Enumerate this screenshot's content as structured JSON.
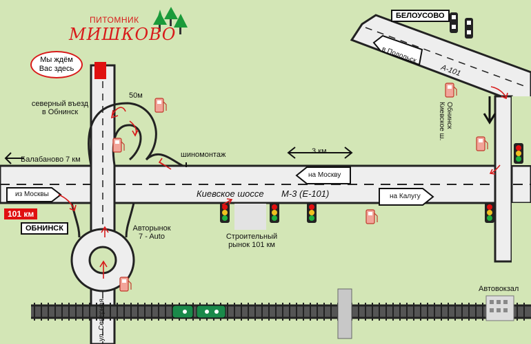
{
  "nursery": {
    "line1": "ПИТОМНИК",
    "line2": "МИШКОВО"
  },
  "callout": {
    "line1": "Мы ждём",
    "line2": "Вас здесь"
  },
  "labels": {
    "north_exit_line1": "северный въезд",
    "north_exit_line2": "в Обнинск",
    "distance_50m": "50м",
    "balabanovo": "Балабаново 7 км",
    "tire_service": "шиномонтаж",
    "distance_3km": "3 км",
    "to_moscow": "на Москву",
    "from_moscow": "из Москвы",
    "to_kaluga": "на Калугу",
    "highway": "Киевское шоссе",
    "highway_code": "М-3 (Е-101)",
    "km101": "101 км",
    "obninsk": "ОБНИНСК",
    "auto_market_line1": "Авторынок",
    "auto_market_line2": "7 - Auto",
    "build_market_line1": "Строительный",
    "build_market_line2": "рынок 101 км",
    "belousovo": "БЕЛОУСОВО",
    "to_podolsk": "в Подольск",
    "a101": "А-101",
    "obninsk_kiev_line1": "Обнинск",
    "obninsk_kiev_line2": "Киевское ш.",
    "bus_station": "Автовокзал",
    "street": "ул. Северная"
  },
  "colors": {
    "background": "#d3e6b6",
    "road": "#eeeeee",
    "road_edge": "#222222",
    "accent_red": "#d81a1a",
    "train": "#1a8a4a"
  }
}
